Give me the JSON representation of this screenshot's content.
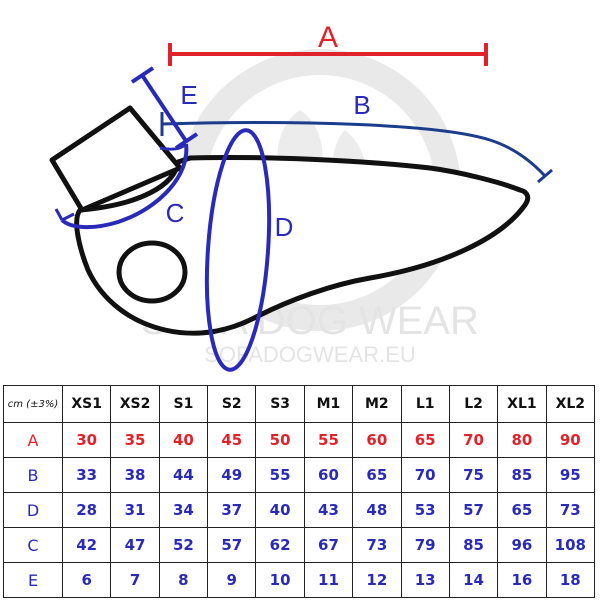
{
  "watermark": {
    "brand": "SOFA DOG WEAR",
    "url": "SOFADOGWEAR.EU"
  },
  "diagram_labels": {
    "a": "A",
    "b": "B",
    "c": "C",
    "d": "D",
    "e": "E"
  },
  "colors": {
    "red": "#e0222a",
    "blue": "#2a2ab8",
    "navy": "#1c3c8c",
    "outline": "#111111"
  },
  "table": {
    "unit_label": "cm (±3%)",
    "sizes": [
      "XS1",
      "XS2",
      "S1",
      "S2",
      "S3",
      "M1",
      "M2",
      "L1",
      "L2",
      "XL1",
      "XL2"
    ],
    "rows": [
      {
        "label": "A",
        "values": [
          "30",
          "35",
          "40",
          "45",
          "50",
          "55",
          "60",
          "65",
          "70",
          "80",
          "90"
        ]
      },
      {
        "label": "B",
        "values": [
          "33",
          "38",
          "44",
          "49",
          "55",
          "60",
          "65",
          "70",
          "75",
          "85",
          "95"
        ]
      },
      {
        "label": "D",
        "values": [
          "28",
          "31",
          "34",
          "37",
          "40",
          "43",
          "48",
          "53",
          "57",
          "65",
          "73"
        ]
      },
      {
        "label": "C",
        "values": [
          "42",
          "47",
          "52",
          "57",
          "62",
          "67",
          "73",
          "79",
          "85",
          "96",
          "108"
        ]
      },
      {
        "label": "E",
        "values": [
          "6",
          "7",
          "8",
          "9",
          "10",
          "11",
          "12",
          "13",
          "14",
          "16",
          "18"
        ]
      }
    ]
  }
}
